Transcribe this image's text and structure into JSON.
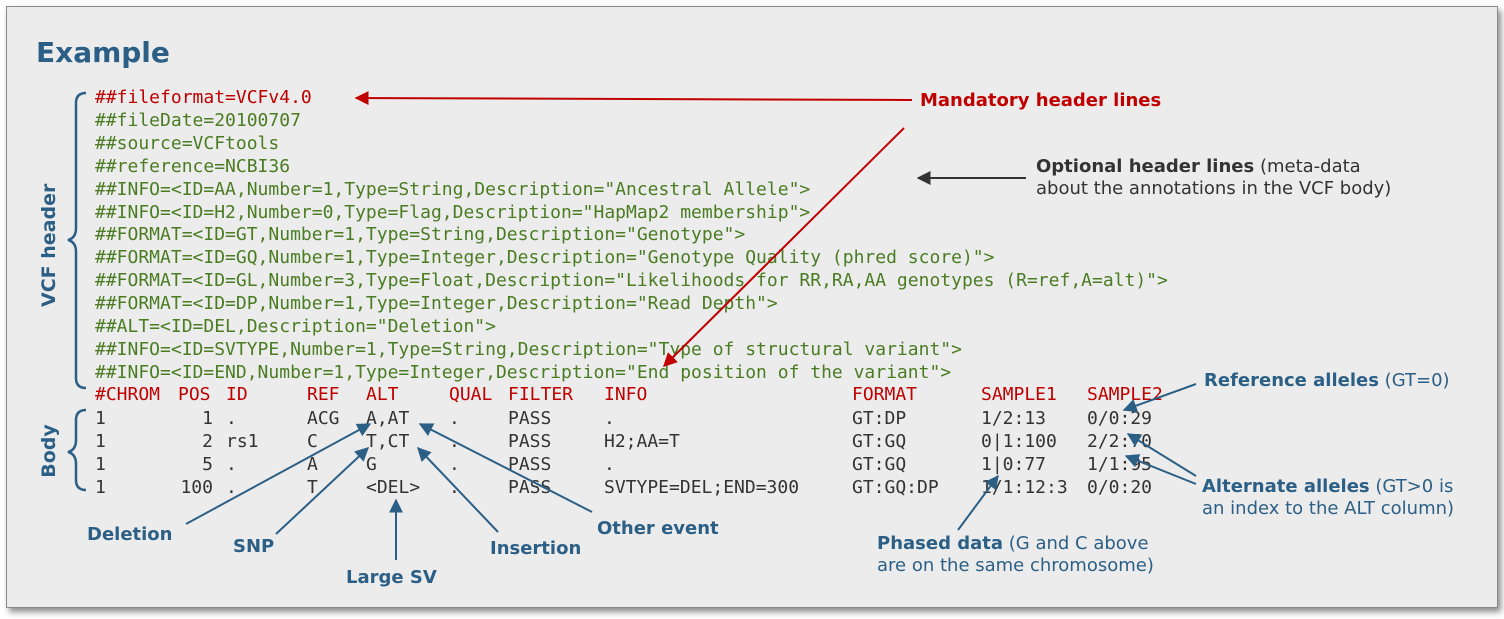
{
  "title": "Example",
  "side_labels": {
    "header": "VCF header",
    "body": "Body"
  },
  "header_lines": [
    "##fileformat=VCFv4.0",
    "##fileDate=20100707",
    "##source=VCFtools",
    "##reference=NCBI36",
    "##INFO=<ID=AA,Number=1,Type=String,Description=\"Ancestral Allele\">",
    "##INFO=<ID=H2,Number=0,Type=Flag,Description=\"HapMap2 membership\">",
    "##FORMAT=<ID=GT,Number=1,Type=String,Description=\"Genotype\">",
    "##FORMAT=<ID=GQ,Number=1,Type=Integer,Description=\"Genotype Quality (phred score)\">",
    "##FORMAT=<ID=GL,Number=3,Type=Float,Description=\"Likelihoods for RR,RA,AA genotypes (R=ref,A=alt)\">",
    "##FORMAT=<ID=DP,Number=1,Type=Integer,Description=\"Read Depth\">",
    "##ALT=<ID=DEL,Description=\"Deletion\">",
    "##INFO=<ID=SVTYPE,Number=1,Type=String,Description=\"Type of structural variant\">",
    "##INFO=<ID=END,Number=1,Type=Integer,Description=\"End position of the variant\">"
  ],
  "columns": [
    "#CHROM",
    "POS",
    "ID",
    "REF",
    "ALT",
    "QUAL",
    "FILTER",
    "INFO",
    "FORMAT",
    "SAMPLE1",
    "SAMPLE2"
  ],
  "rows": [
    [
      "1",
      "1",
      ".",
      "ACG",
      "A,AT",
      ".",
      "PASS",
      ".",
      "GT:DP",
      "1/2:13",
      "0/0:29"
    ],
    [
      "1",
      "2",
      "rs1",
      "C",
      "T,CT",
      ".",
      "PASS",
      "H2;AA=T",
      "GT:GQ",
      "0|1:100",
      "2/2:70"
    ],
    [
      "1",
      "5",
      ".",
      "A",
      "G",
      ".",
      "PASS",
      ".",
      "GT:GQ",
      "1|0:77",
      "1/1:95"
    ],
    [
      "1",
      "100",
      ".",
      "T",
      "<DEL>",
      ".",
      "PASS",
      "SVTYPE=DEL;END=300",
      "GT:GQ:DP",
      "1/1:12:3",
      "0/0:20"
    ]
  ],
  "annotations": {
    "mandatory": "Mandatory header lines",
    "optional_bold": "Optional header lines",
    "optional_rest_1": "(meta-data",
    "optional_rest_2": "about the annotations in the VCF body)",
    "reference_bold": "Reference alleles",
    "reference_rest": "(GT=0)",
    "alternate_bold": "Alternate alleles",
    "alternate_rest_1": "(GT>0 is",
    "alternate_rest_2": "an index to the ALT column)",
    "phased_bold": "Phased data",
    "phased_rest_1": "(G and C above",
    "phased_rest_2": "are on the same chromosome)",
    "deletion": "Deletion",
    "snp": "SNP",
    "large_sv": "Large SV",
    "insertion": "Insertion",
    "other_event": "Other event"
  },
  "colors": {
    "green": "#4a7c22",
    "red": "#c00000",
    "blue": "#2c5f86",
    "dark": "#333333",
    "background": "#ececec"
  }
}
